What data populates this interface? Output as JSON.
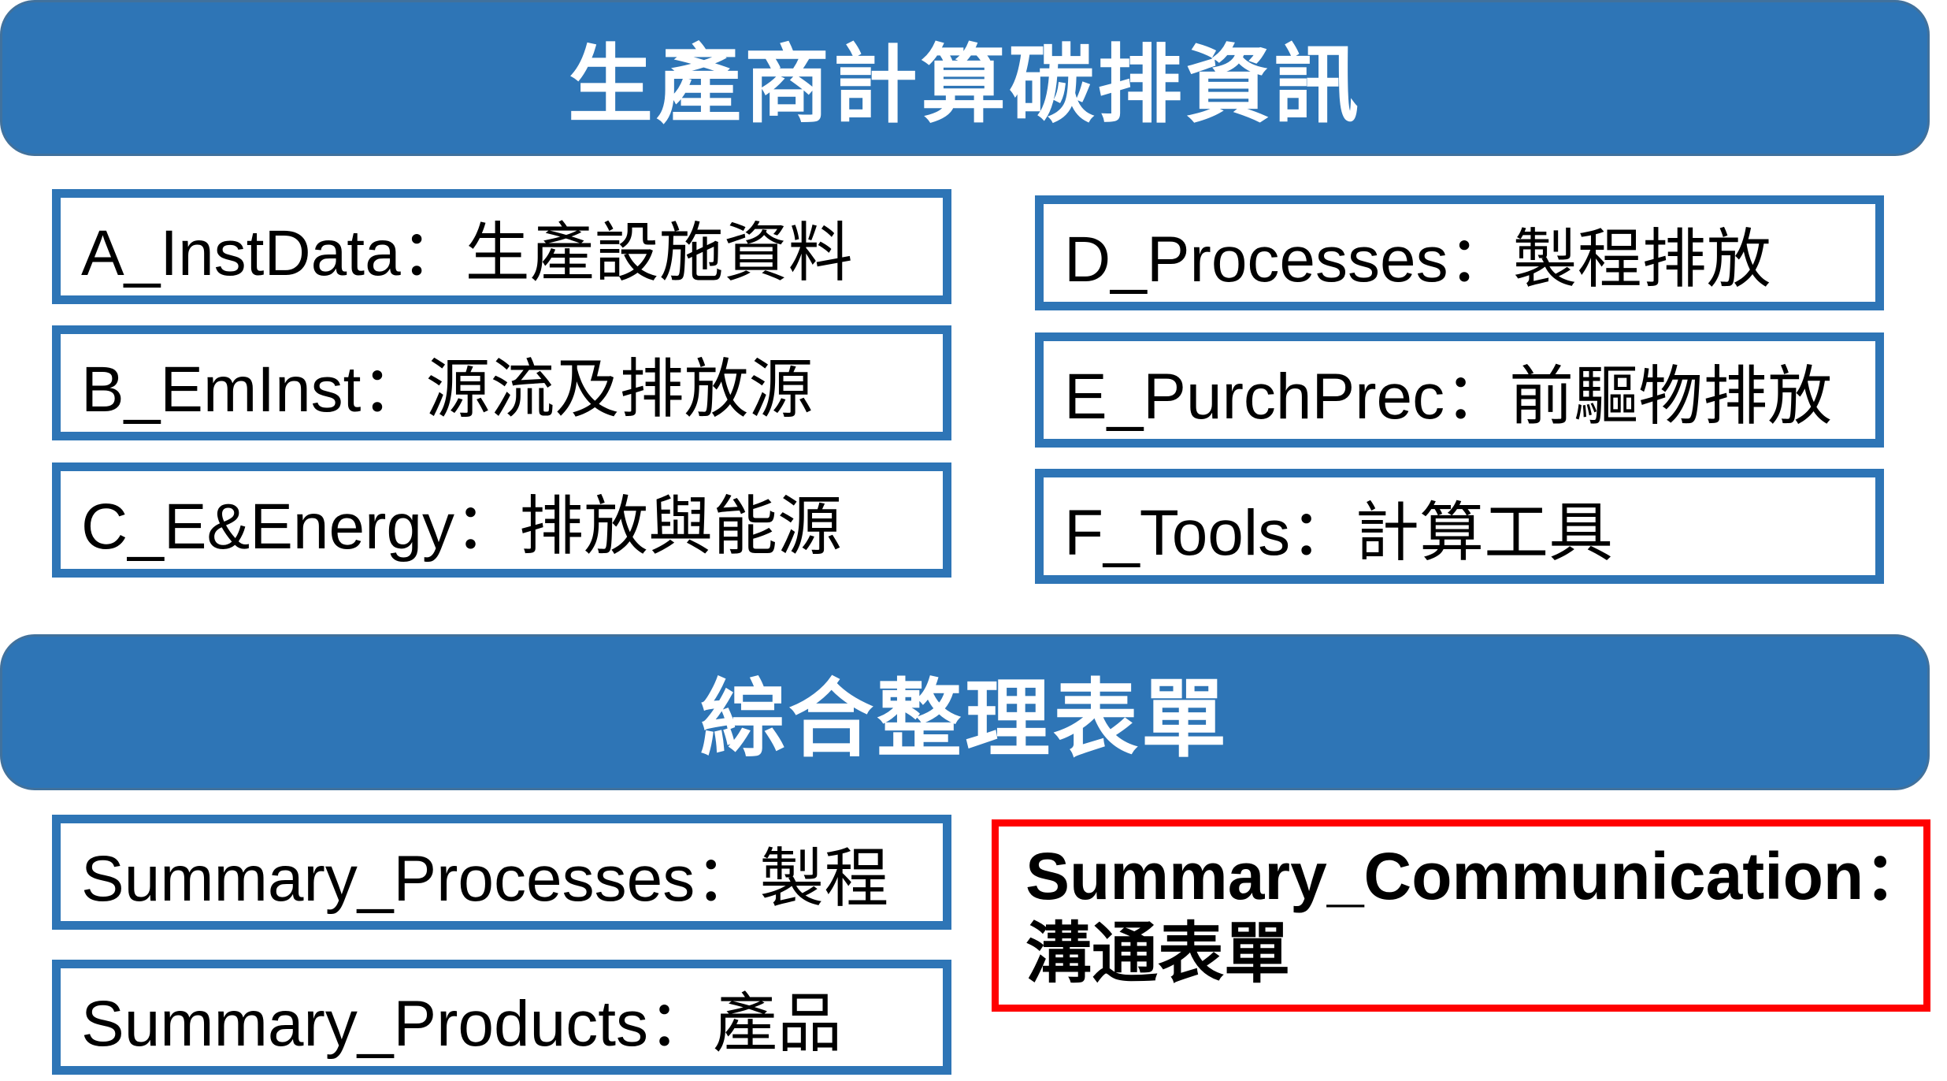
{
  "sections": [
    {
      "title": "生產商計算碳排資訊",
      "left_items": [
        "A_InstData：生產設施資料",
        "B_EmInst：源流及排放源",
        "C_E&Energy：排放與能源"
      ],
      "right_items": [
        "D_Processes：製程排放",
        "E_PurchPrec：前驅物排放",
        "F_Tools：計算工具"
      ]
    },
    {
      "title": "綜合整理表單",
      "left_items": [
        "Summary_Processes：製程",
        "Summary_Products：產品"
      ],
      "highlighted": {
        "line1": "Summary_Communication：",
        "line2": "溝通表單"
      }
    }
  ],
  "colors": {
    "accent": "#2E75B6",
    "highlight": "#FF0000"
  }
}
